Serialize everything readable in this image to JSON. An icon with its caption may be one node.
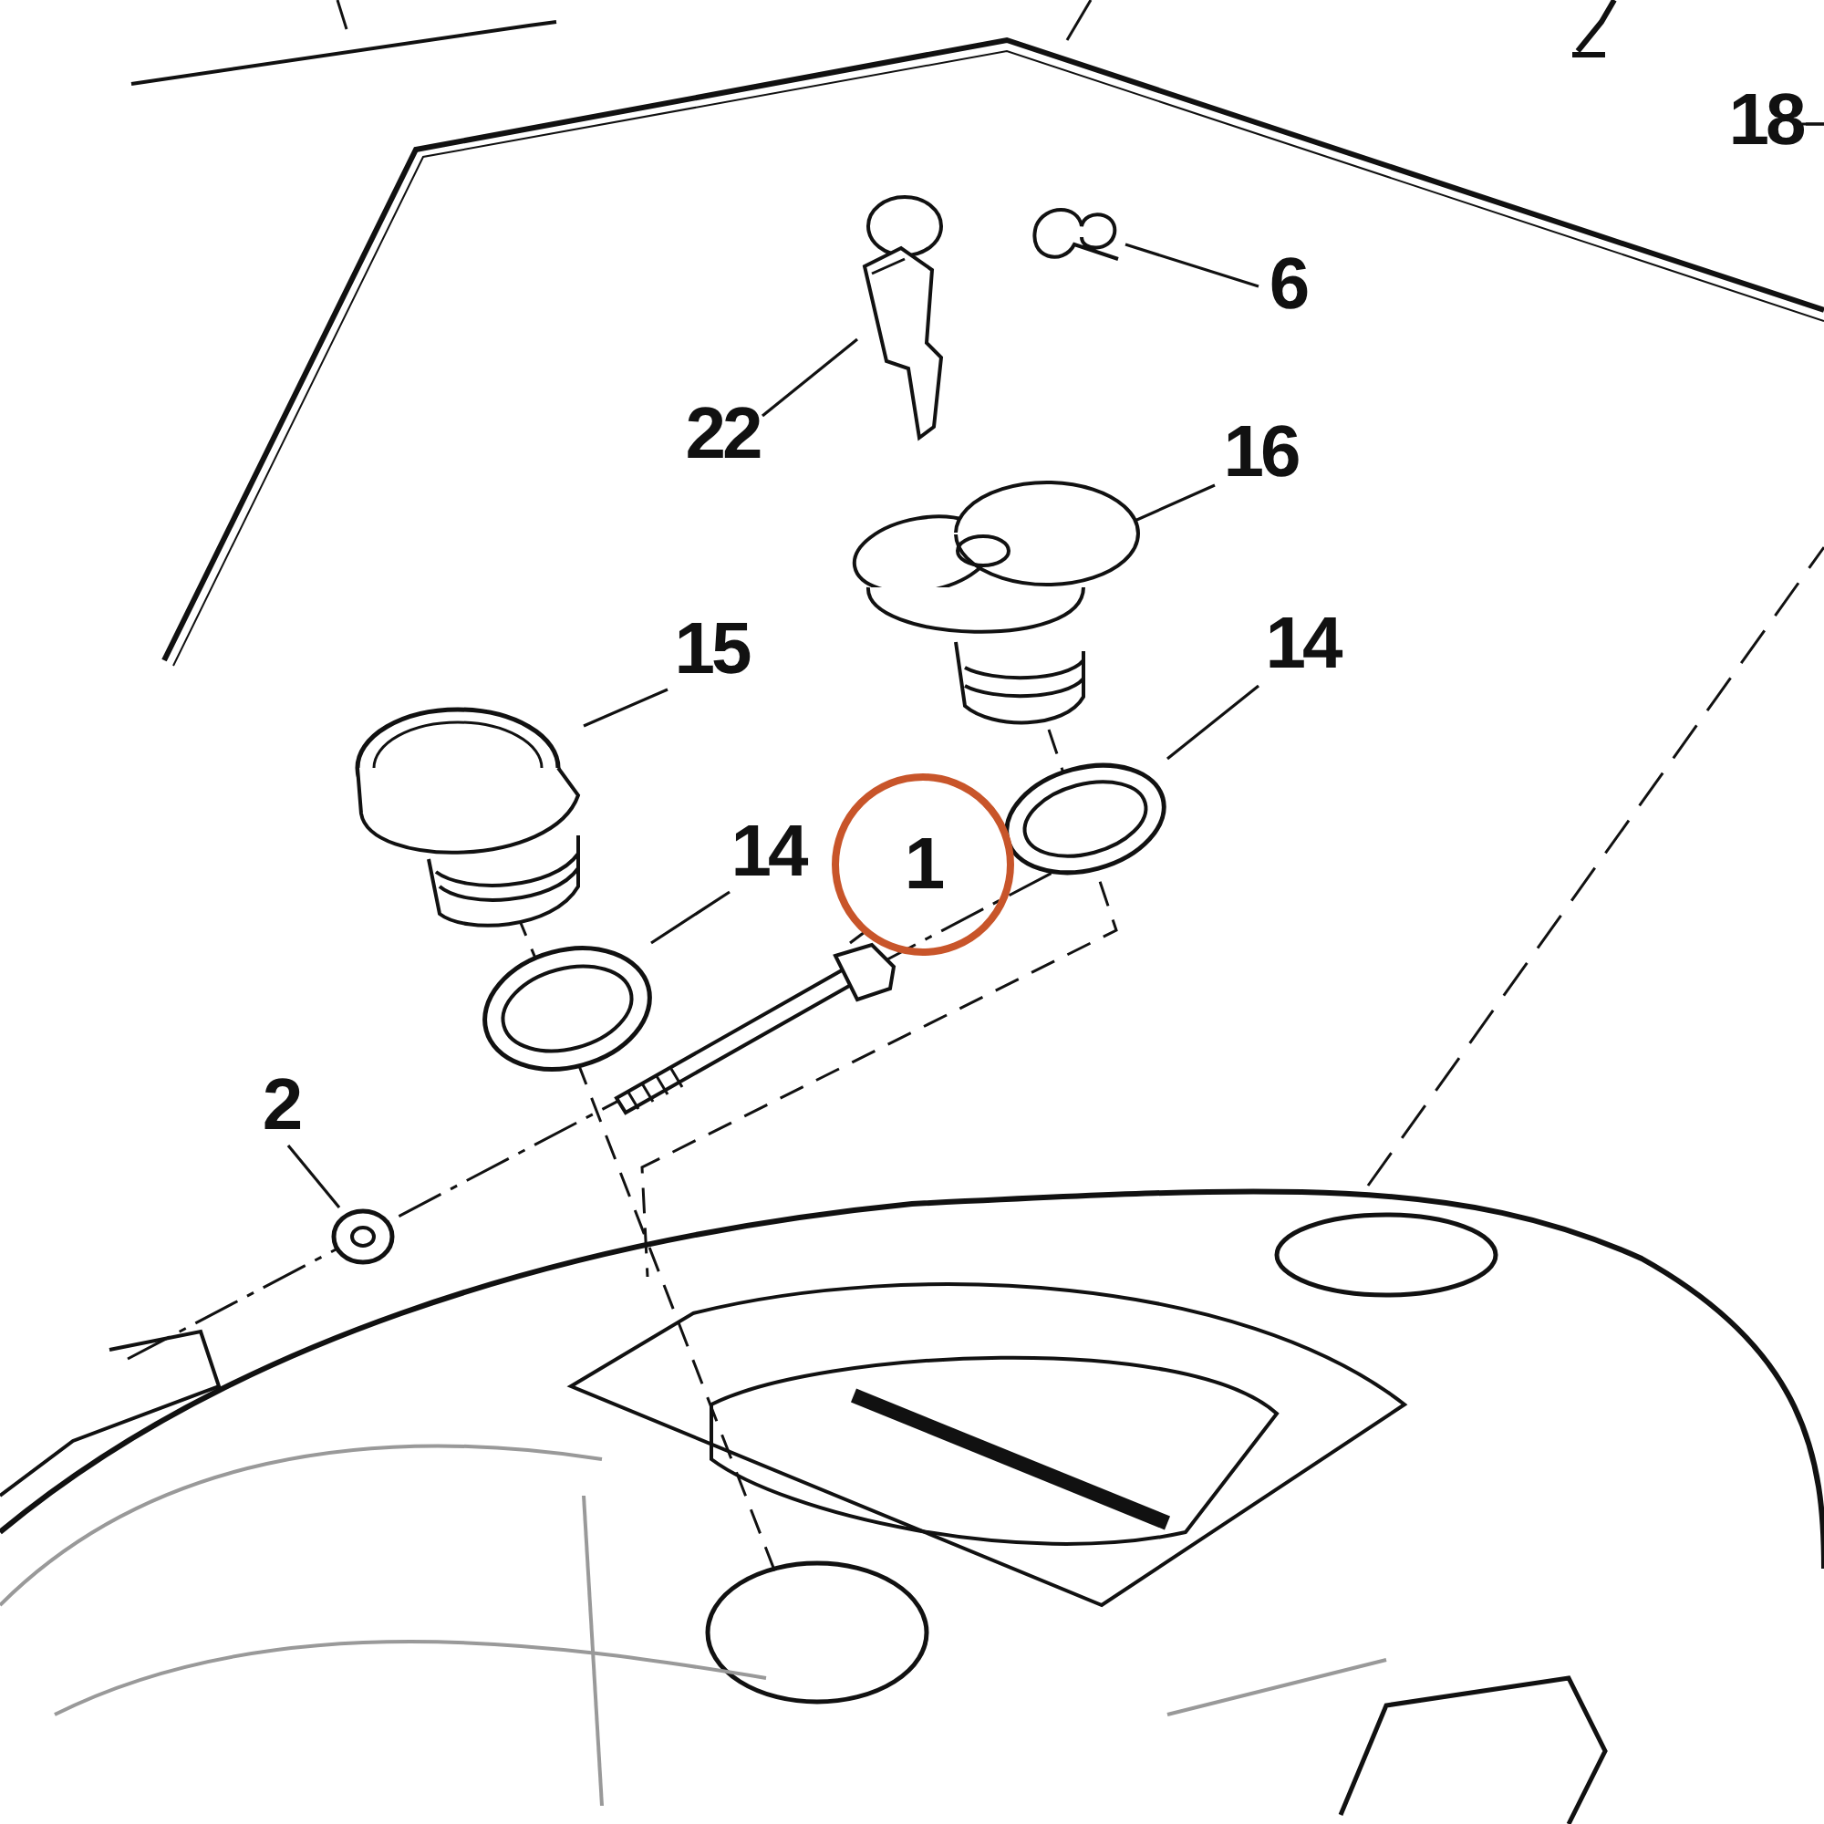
{
  "diagram": {
    "nodes": [
      {
        "text": [
          "18"
        ]
      },
      {
        "text": [
          "6"
        ]
      },
      {
        "text": [],
        "shape": "picture"
      },
      {
        "text": [
          "22"
        ]
      },
      {
        "text": [],
        "shape": "picture"
      },
      {
        "text": [
          "16"
        ]
      },
      {
        "text": [],
        "shape": "picture"
      },
      {
        "text": [
          "15"
        ]
      },
      {
        "text": [],
        "shape": "picture"
      },
      {
        "text": [
          "14"
        ]
      },
      {
        "text": [],
        "shape": "picture"
      },
      {
        "text": [
          "14"
        ]
      },
      {
        "text": [],
        "shape": "picture"
      },
      {
        "text": [
          "1"
        ]
      },
      {
        "text": [],
        "shape": "picture"
      },
      {
        "text": [
          "2"
        ]
      },
      {
        "text": [],
        "shape": "picture"
      }
    ],
    "edges": [
      {
        "from": 0,
        "to": null,
        "arrow": "none"
      },
      {
        "from": 1,
        "to": 2,
        "arrow": "none"
      },
      {
        "from": 3,
        "to": 4,
        "arrow": "none"
      },
      {
        "from": 5,
        "to": 6,
        "arrow": "none"
      },
      {
        "from": 7,
        "to": 8,
        "arrow": "none"
      },
      {
        "from": 9,
        "to": 10,
        "arrow": "none"
      },
      {
        "from": 11,
        "to": 12,
        "arrow": "none"
      },
      {
        "from": 13,
        "to": 14,
        "arrow": "none"
      },
      {
        "from": 15,
        "to": 16,
        "arrow": "none"
      }
    ]
  }
}
